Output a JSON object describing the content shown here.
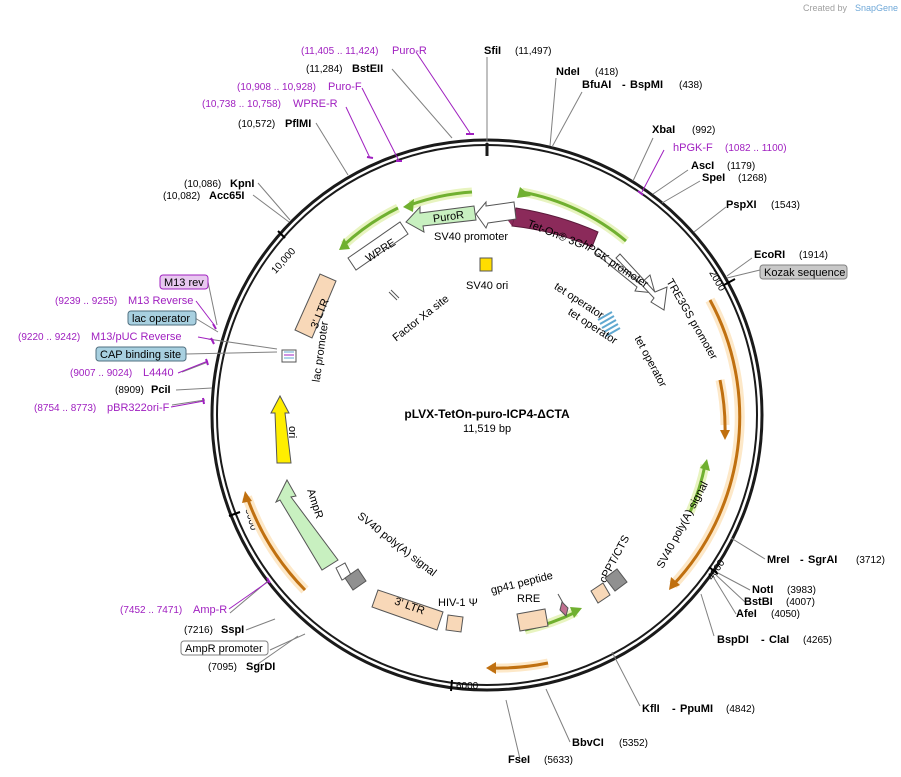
{
  "title": "pLVX-TetOn-puro-ICP4-ΔCTA",
  "length": "11,519 bp",
  "credit": {
    "prefix": "Created by",
    "brand": "SnapGene"
  },
  "ticks": [
    "2000",
    "4000",
    "6000",
    "8000",
    "10,000"
  ],
  "enzymes": [
    {
      "name": "SfiI",
      "pos": "(11,497)"
    },
    {
      "name": "NdeI",
      "pos": "(418)"
    },
    {
      "name": "BfuAI",
      "name2": "BspMI",
      "pos": "(438)"
    },
    {
      "name": "XbaI",
      "pos": "(992)"
    },
    {
      "name": "AscI",
      "pos": "(1179)"
    },
    {
      "name": "SpeI",
      "pos": "(1268)"
    },
    {
      "name": "PspXI",
      "pos": "(1543)"
    },
    {
      "name": "EcoRI",
      "pos": "(1914)"
    },
    {
      "name": "MreI",
      "name2": "SgrAI",
      "pos": "(3712)"
    },
    {
      "name": "NotI",
      "pos": "(3983)"
    },
    {
      "name": "BstBI",
      "pos": "(4007)"
    },
    {
      "name": "AfeI",
      "pos": "(4050)"
    },
    {
      "name": "BspDI",
      "name2": "ClaI",
      "pos": "(4265)"
    },
    {
      "name": "KflI",
      "name2": "PpuMI",
      "pos": "(4842)"
    },
    {
      "name": "BbvCI",
      "pos": "(5352)"
    },
    {
      "name": "FseI",
      "pos": "(5633)"
    },
    {
      "name": "SgrDI",
      "pos": "(7095)"
    },
    {
      "name": "SspI",
      "pos": "(7216)"
    },
    {
      "name": "PciI",
      "pos": "(8909)"
    },
    {
      "name": "Acc65I",
      "pos": "(10,082)"
    },
    {
      "name": "KpnI",
      "pos": "(10,086)"
    },
    {
      "name": "PflMI",
      "pos": "(10,572)"
    },
    {
      "name": "BstEII",
      "pos": "(11,284)"
    }
  ],
  "primers": [
    {
      "name": "Puro-R",
      "pos": "(11,405 .. 11,424)"
    },
    {
      "name": "Puro-F",
      "pos": "(10,908 .. 10,928)"
    },
    {
      "name": "WPRE-R",
      "pos": "(10,738 .. 10,758)"
    },
    {
      "name": "hPGK-F",
      "pos": "(1082 .. 1100)"
    },
    {
      "name": "M13 Reverse",
      "pos": "(9239 .. 9255)"
    },
    {
      "name": "M13/pUC Reverse",
      "pos": "(9220 .. 9242)"
    },
    {
      "name": "L4440",
      "pos": "(9007 .. 9024)"
    },
    {
      "name": "pBR322ori-F",
      "pos": "(8754 .. 8773)"
    },
    {
      "name": "Amp-R",
      "pos": "(7452 .. 7471)"
    }
  ],
  "boxed_features": [
    {
      "name": "Kozak sequence",
      "style": "gray"
    },
    {
      "name": "M13 rev",
      "style": "purple"
    },
    {
      "name": "lac operator",
      "style": "teal"
    },
    {
      "name": "CAP binding site",
      "style": "teal"
    },
    {
      "name": "AmpR promoter",
      "style": "white"
    }
  ],
  "inner_labels": {
    "tet_on": "Tet-On® 3G",
    "hpgk": "hPGK promoter",
    "tre3gs": "TRE3GS promoter",
    "tet_op1": "tet operator",
    "tet_op2": "tet operator",
    "tet_op3": "tet operator",
    "sv40_promoter": "SV40 promoter",
    "puror": "PuroR",
    "wpre": "WPRE",
    "ltr3_top": "3' LTR",
    "factor_xa": "Factor Xa site",
    "sv40_ori": "SV40 ori",
    "lac_promoter": "lac promoter",
    "ori": "ori",
    "ampr": "AmpR",
    "sv40_polya_left": "SV40 poly(A) signal",
    "ltr3_bottom": "3' LTR",
    "hiv": "HIV-1 Ψ",
    "rre": "RRE",
    "gp41": "gp41 peptide",
    "cppt": "cPPT/CTS",
    "sv40_polya_right": "SV40 poly(A) signal"
  },
  "colors": {
    "backbone": "#1a1a1a",
    "primer": "#a020c0",
    "orf_orange": "#f0b060",
    "orf_green": "#70b030",
    "tet_on": "#8b2a5a",
    "puror": "#c8f0c0",
    "ori": "#ffee00",
    "sv40_ori": "#ffdd00",
    "ltr": "#f8d8b8",
    "tet_operator": "#60a8d0",
    "kozak_box": "#c8c8c8",
    "m13rev_box": "#e8c8f0",
    "teal_box": "#a8d0e0"
  }
}
